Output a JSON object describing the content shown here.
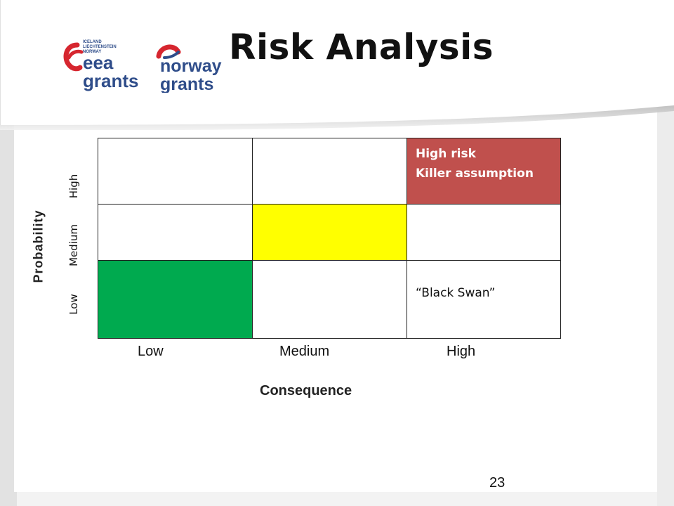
{
  "slide": {
    "title": "Risk Analysis",
    "page_number": "23"
  },
  "logos": {
    "eea": {
      "small_text": [
        "ICELAND",
        "LIECHTENSTEIN",
        "NORWAY"
      ],
      "line1": "eea",
      "line2": "grants"
    },
    "norway": {
      "line1": "norway",
      "line2": "grants"
    }
  },
  "matrix": {
    "y_axis_title": "Probability",
    "y_levels": [
      "High",
      "Medium",
      "Low"
    ],
    "x_axis_title": "Consequence",
    "x_levels": [
      "Low",
      "Medium",
      "High"
    ],
    "cells": {
      "high_high": {
        "line1": "High risk",
        "line2": "Killer assumption",
        "color": "#c0504d"
      },
      "medium_medium": {
        "color": "#ffff00"
      },
      "low_low": {
        "color": "#00aa4f"
      },
      "low_high": {
        "text": "“Black Swan”"
      }
    }
  },
  "colors": {
    "title": "#111111",
    "logo_blue": "#2f4d8a",
    "logo_red": "#d6262f"
  }
}
